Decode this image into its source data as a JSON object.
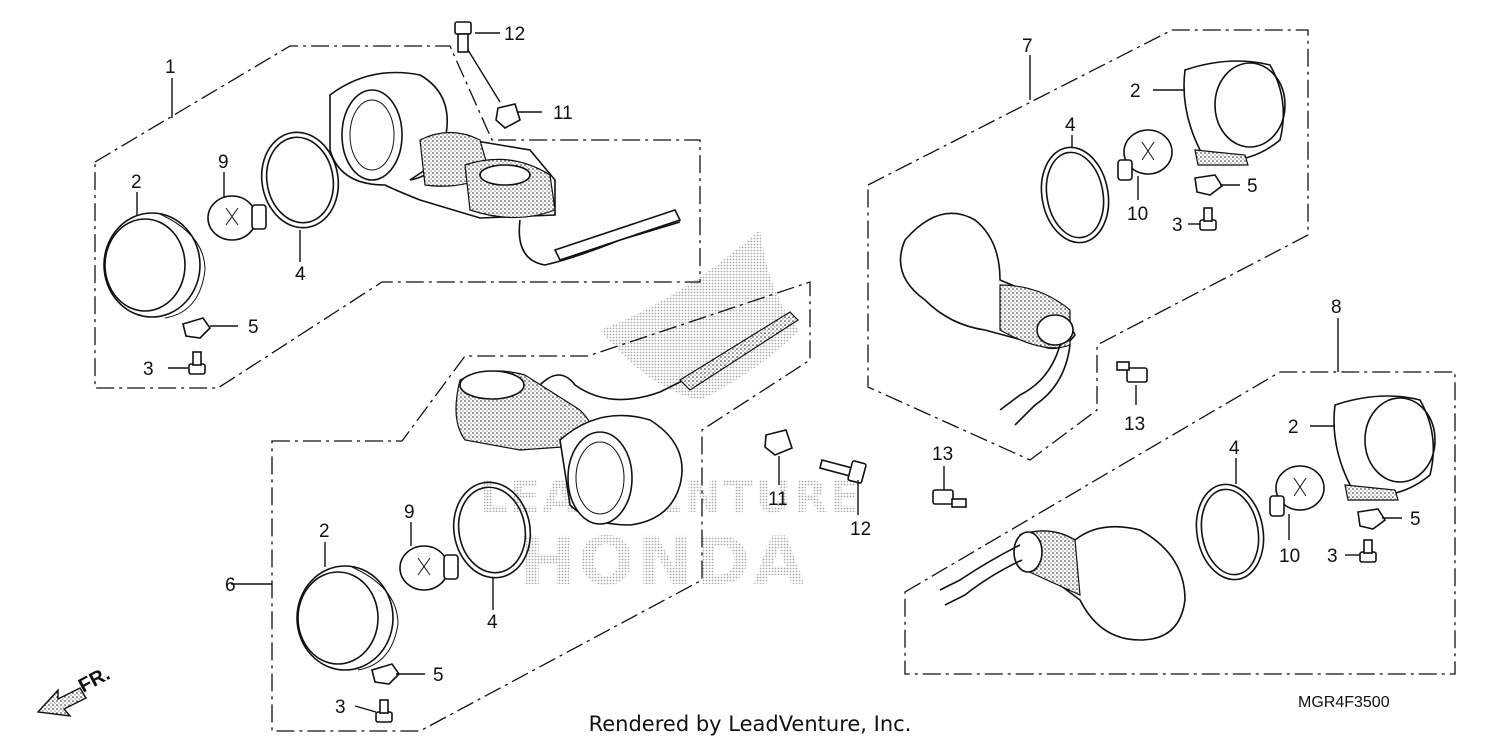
{
  "diagram": {
    "callouts": {
      "c1": "1",
      "c2a": "2",
      "c2b": "2",
      "c2c": "2",
      "c2d": "2",
      "c3a": "3",
      "c3b": "3",
      "c3c": "3",
      "c3d": "3",
      "c4a": "4",
      "c4b": "4",
      "c4c": "4",
      "c4d": "4",
      "c5a": "5",
      "c5b": "5",
      "c5c": "5",
      "c5d": "5",
      "c6": "6",
      "c7": "7",
      "c8": "8",
      "c9a": "9",
      "c9b": "9",
      "c10a": "10",
      "c10b": "10",
      "c11a": "11",
      "c11b": "11",
      "c12a": "12",
      "c12b": "12",
      "c13a": "13",
      "c13b": "13"
    },
    "front_arrow_label": "FR.",
    "part_code": "MGR4F3500",
    "footer": "Rendered by LeadVenture, Inc.",
    "watermark": {
      "line1": "LEADVENTURE",
      "line2": "HONDA"
    }
  }
}
